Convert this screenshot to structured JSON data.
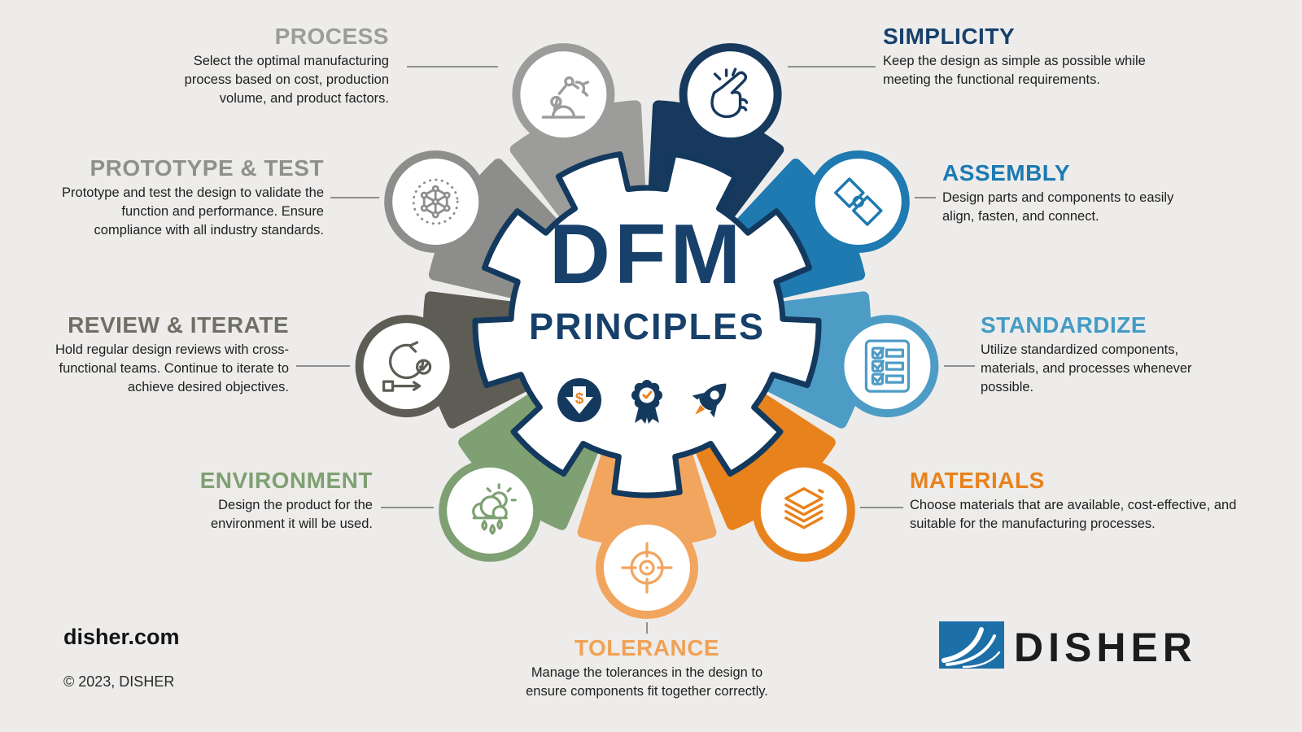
{
  "center": {
    "title_top": "DFM",
    "title_bottom": "PRINCIPLES",
    "icons": [
      "cost-reduction-icon",
      "quality-award-icon",
      "rocket-icon"
    ],
    "title_color": "#17406b",
    "gear_outline_color": "#14395e"
  },
  "segments": [
    {
      "id": "process",
      "title": "PROCESS",
      "desc": "Select the optimal manufacturing process based on cost, production volume, and product factors.",
      "color": "#9c9c9a",
      "title_color": "#9c9c9a",
      "icon": "robot-arm-icon",
      "angle": 340
    },
    {
      "id": "simplicity",
      "title": "SIMPLICITY",
      "desc": "Keep the design as simple as possible while meeting the functional requirements.",
      "color": "#16395d",
      "title_color": "#17406b",
      "icon": "snap-fingers-icon",
      "angle": 20
    },
    {
      "id": "assembly",
      "title": "ASSEMBLY",
      "desc": "Design parts and components to easily align, fasten, and connect.",
      "color": "#1e7ab0",
      "title_color": "#1b7ab2",
      "icon": "puzzle-icon",
      "angle": 60
    },
    {
      "id": "standardize",
      "title": "STANDARDIZE",
      "desc": "Utilize standardized components, materials, and processes whenever possible.",
      "color": "#4d9cc6",
      "title_color": "#449bc5",
      "icon": "checklist-icon",
      "angle": 100
    },
    {
      "id": "materials",
      "title": "MATERIALS",
      "desc": "Choose materials that are available, cost-effective, and suitable for the manufacturing processes.",
      "color": "#e8821c",
      "title_color": "#e8821c",
      "icon": "layers-icon",
      "angle": 140
    },
    {
      "id": "tolerance",
      "title": "TOLERANCE",
      "desc": "Manage the tolerances in the design to ensure components fit together correctly.",
      "color": "#f2a55e",
      "title_color": "#f0a255",
      "icon": "target-icon",
      "angle": 180
    },
    {
      "id": "environment",
      "title": "ENVIRONMENT",
      "desc": "Design the product for the environment it will be used.",
      "color": "#7fa072",
      "title_color": "#7fa072",
      "icon": "cloud-rain-icon",
      "angle": 220
    },
    {
      "id": "review",
      "title": "REVIEW & ITERATE",
      "desc": "Hold regular design reviews with cross-functional teams. Continue to iterate to achieve desired objectives.",
      "color": "#5d5d55",
      "title_color": "#6f6f66",
      "icon": "iterate-icon",
      "angle": 260
    },
    {
      "id": "prototype",
      "title": "PROTOTYPE & TEST",
      "desc": "Prototype and test the design to validate the function and performance. Ensure compliance with all industry standards.",
      "color": "#8d8d8b",
      "title_color": "#8f8f8d",
      "icon": "network-icon",
      "angle": 300
    }
  ],
  "footer": {
    "website": "disher.com",
    "copyright": "© 2023, DISHER",
    "brand": "DISHER",
    "brand_blue": "#1d6fa8"
  }
}
